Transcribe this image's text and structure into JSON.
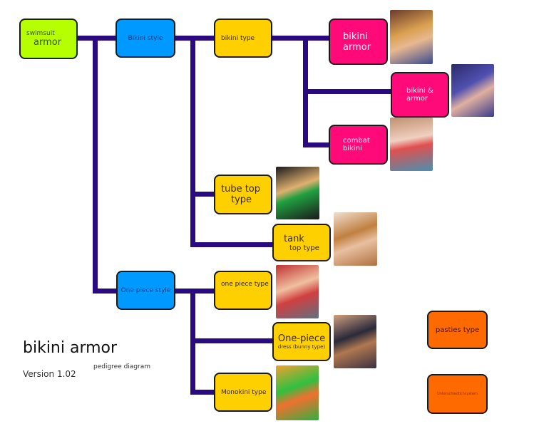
{
  "title": "bikini armor",
  "version": "Version 1.02",
  "subtitle": "pedigree diagram",
  "colors": {
    "line": "#2a0a80",
    "root": "#b5ff00",
    "style": "#0099ff",
    "type": "#ffd000",
    "variant": "#ff0a78",
    "other": "#ff6a00"
  },
  "nodes": {
    "root": {
      "line1": "swimsuit",
      "line2": "armor"
    },
    "bikini_style": "Bikini style",
    "one_piece_style": "One piece style",
    "bikini_type": "bikini type",
    "bikini_armor": {
      "line1": "bikini",
      "line2": "armor"
    },
    "bikini_and_armor": {
      "line1": "bikini &",
      "line2": "armor"
    },
    "combat_bikini": {
      "line1": "combat",
      "line2": "bikini"
    },
    "tube_top": {
      "line1": "tube top",
      "line2": "type"
    },
    "tank_top": {
      "line1": "tank",
      "line2": "top type"
    },
    "one_piece_type": "one piece type",
    "one_piece_dress": {
      "line1": "One-piece",
      "line2": "dress (bunny type)"
    },
    "monokini": "Monokini type",
    "pasties": "pasties type",
    "unknown": "Unterschiedlichsystem"
  }
}
